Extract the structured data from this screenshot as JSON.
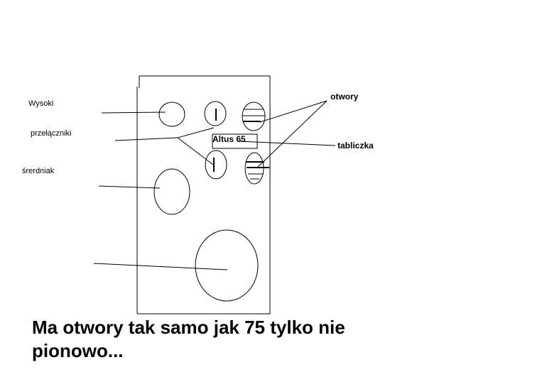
{
  "labels": {
    "tweeter": "Wysoki",
    "switches": "przełączniki",
    "midrange": "śrerdniak",
    "holes": "otwory",
    "plate": "tabliczka",
    "plate_text": "Altus 65"
  },
  "caption_line1": "Ma otwory tak samo jak 75 tylko nie",
  "caption_line2": "pionowo..."
}
